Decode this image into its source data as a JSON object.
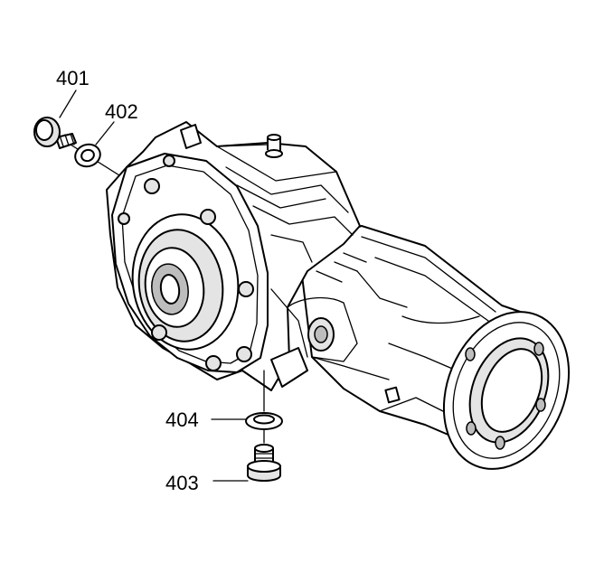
{
  "callouts": {
    "c401": "401",
    "c402": "402",
    "c403": "403",
    "c404": "404"
  }
}
